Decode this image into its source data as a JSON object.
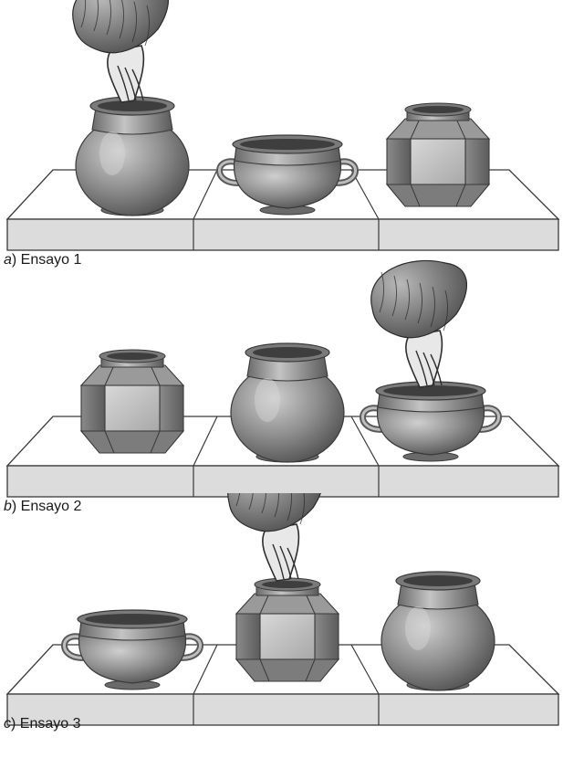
{
  "panels": [
    {
      "letter": "a",
      "suffix": ") Ensayo 1",
      "order": [
        "round",
        "bowl",
        "octagon"
      ],
      "hand_on": 0
    },
    {
      "letter": "b",
      "suffix": ") Ensayo 2",
      "order": [
        "octagon",
        "round",
        "bowl"
      ],
      "hand_on": 2
    },
    {
      "letter": "c",
      "suffix": ") Ensayo 3",
      "order": [
        "bowl",
        "octagon",
        "round"
      ],
      "hand_on": 1
    }
  ],
  "colors": {
    "pot_fill": "#8f8f8f",
    "pot_dark": "#5e5e5e",
    "table_top": "#ffffff",
    "table_front": "#dcdcdc",
    "line": "#3a3a3a"
  }
}
